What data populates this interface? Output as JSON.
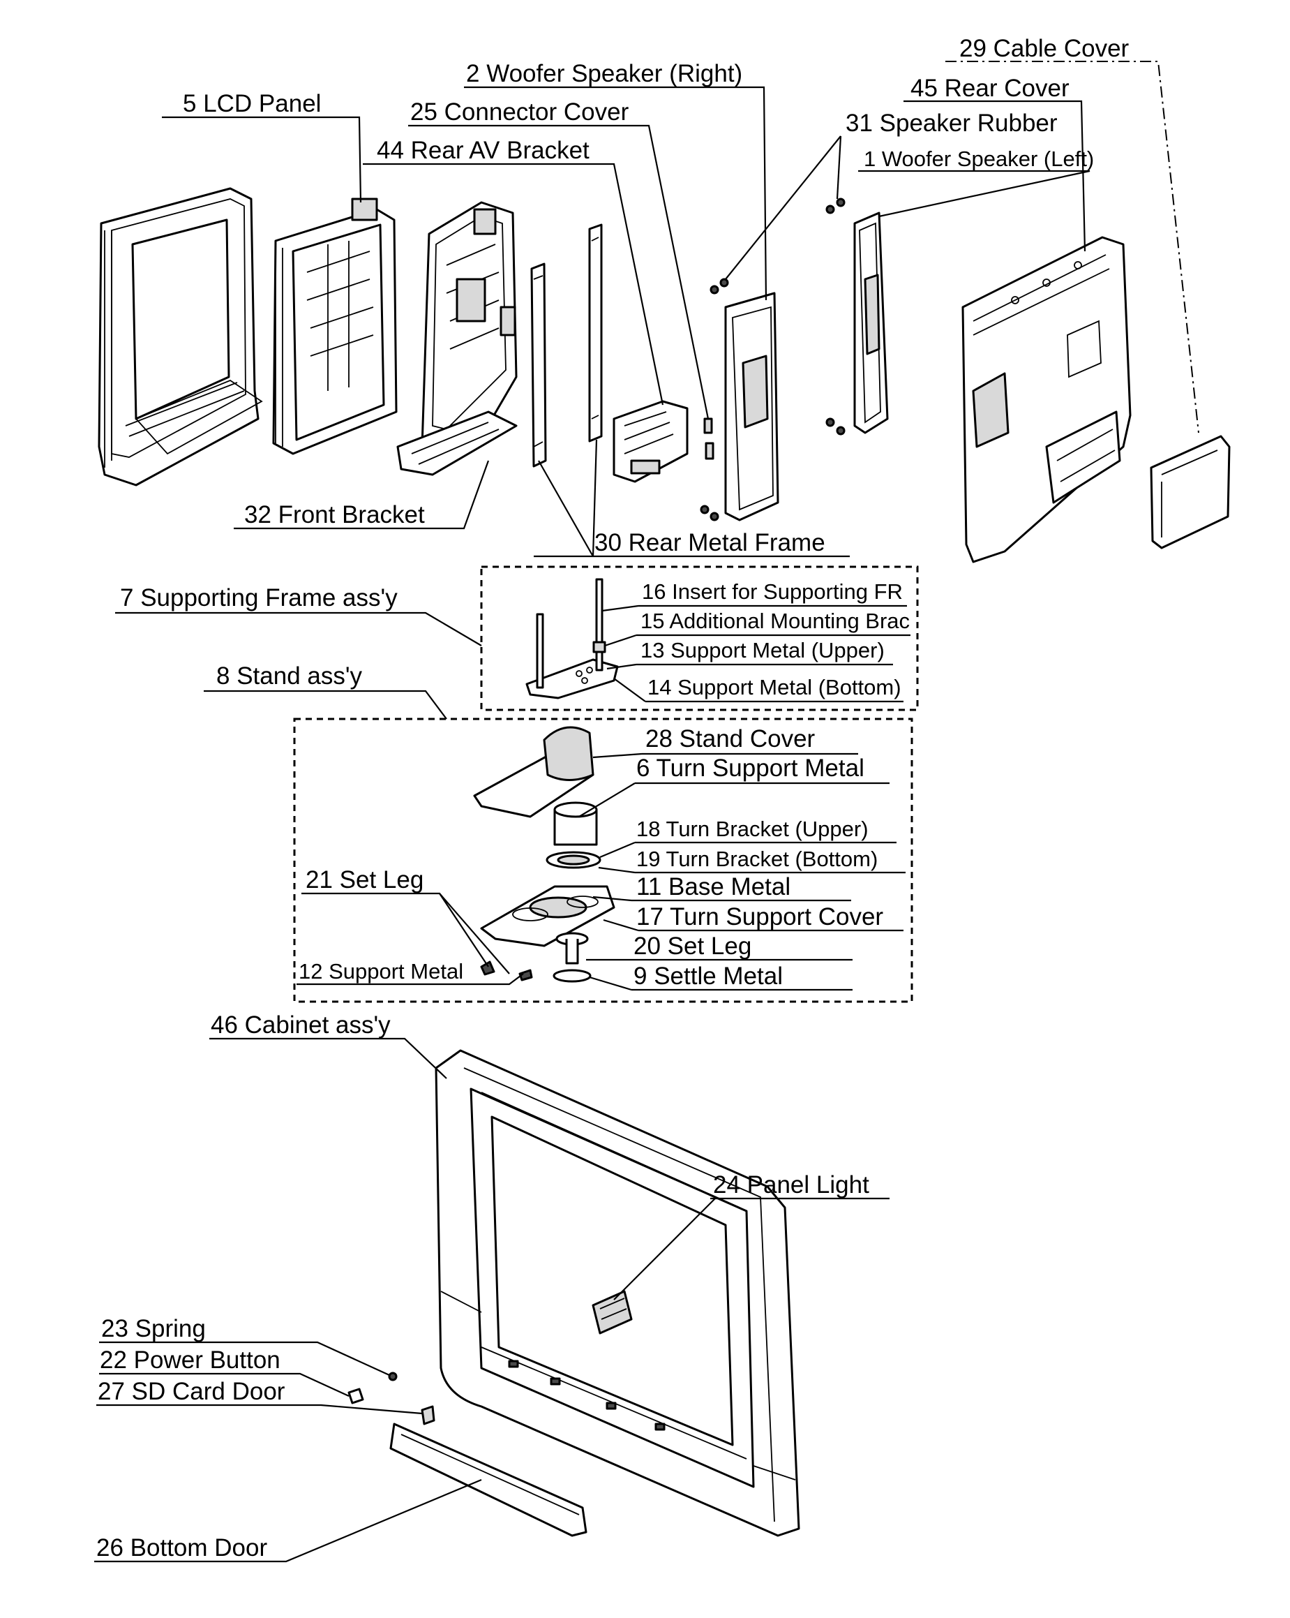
{
  "labels": {
    "cable_cover": "29 Cable Cover",
    "woofer_right": "2 Woofer Speaker (Right)",
    "lcd_panel": "5 LCD Panel",
    "connector_cover": "25 Connector Cover",
    "rear_cover": "45 Rear Cover",
    "speaker_rubber": "31 Speaker Rubber",
    "rear_av_bracket": "44 Rear AV Bracket",
    "woofer_left": "1 Woofer Speaker (Left)",
    "front_bracket": "32 Front Bracket",
    "rear_metal_frame": "30 Rear Metal Frame",
    "supporting_frame": "7 Supporting Frame ass'y",
    "insert_supporting": "16 Insert for Supporting FR",
    "additional_mounting": "15 Additional Mounting Brac",
    "support_metal_upper": "13 Support Metal (Upper)",
    "stand_assy": "8 Stand ass'y",
    "support_metal_bottom": "14 Support Metal (Bottom)",
    "stand_cover": "28 Stand Cover",
    "turn_support_metal": "6 Turn Support Metal",
    "turn_bracket_upper": "18 Turn Bracket (Upper)",
    "turn_bracket_bottom": "19 Turn Bracket (Bottom)",
    "set_leg_21": "21 Set Leg",
    "base_metal": "11 Base Metal",
    "turn_support_cover": "17 Turn Support Cover",
    "set_leg_20": "20 Set Leg",
    "support_metal_12": "12 Support Metal",
    "settle_metal": "9 Settle Metal",
    "cabinet_assy": "46 Cabinet ass'y",
    "panel_light": "24 Panel Light",
    "spring": "23 Spring",
    "power_button": "22 Power Button",
    "sd_card_door": "27 SD Card Door",
    "bottom_door": "26 Bottom Door"
  }
}
